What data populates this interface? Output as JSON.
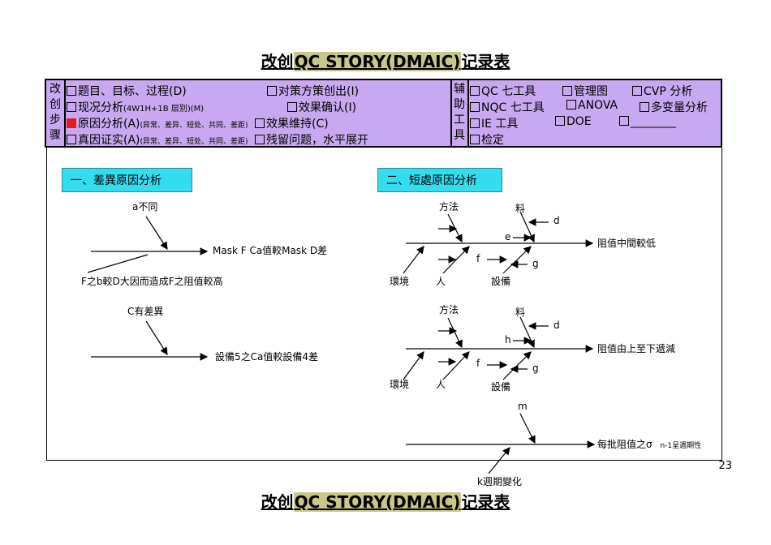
{
  "title": {
    "prefix": "改创",
    "highlight": "QC STORY(DMAIC)",
    "suffix": "记录表"
  },
  "steps_label": "改创步骤",
  "tools_label": "辅助工具",
  "steps": {
    "r1a": "题目、目标、过程(D)",
    "r1b": "对策方策创出(I)",
    "r2a": "现况分析",
    "r2a_small": "(4W1H+1B 层别)(M)",
    "r2b": "效果确认(I)",
    "r3a": "原因分析(A)",
    "r3a_small": "(异常、差异、短处、共同、差距)",
    "r3b": "效果维持(C)",
    "r4a": "真因证实(A)",
    "r4a_small": "(异常、差异、短处、共同、差距)",
    "r4b": "残留问题，水平展开"
  },
  "tools": {
    "t1a": "QC 七工具",
    "t1b": "管理图",
    "t1c": "CVP 分析",
    "t2a": "NQC 七工具",
    "t2b": "ANOVA",
    "t2c": "多变量分析",
    "t3a": "IE 工具",
    "t3b": "DOE",
    "t3c": "________",
    "t4a": "检定"
  },
  "section1": "一、差異原因分析",
  "section2": "二、短處原因分析",
  "diff": {
    "a1_top": "a不同",
    "a1_result": "Mask F Ca值較Mask D差",
    "a1_bottom": "F之b較D大因而造成F之阻值較高",
    "c_top": "C有差異",
    "c_result": "設備5之Ca值較設備4差"
  },
  "fish1": {
    "method": "方法",
    "material": "料",
    "d": "d",
    "e": "e",
    "f": "f",
    "g": "g",
    "env": "環境",
    "man": "人",
    "equip": "設備",
    "result": "阻值中間較低"
  },
  "fish2": {
    "method": "方法",
    "material": "料",
    "d": "d",
    "h": "h",
    "f": "f",
    "g": "g",
    "env": "環境",
    "man": "人",
    "equip": "設備",
    "result": "阻值由上至下遞減"
  },
  "fish3": {
    "m": "m",
    "result": "每批阻值之σ",
    "result_sub": "n-1呈週期性",
    "k": "k週期變化"
  },
  "page_number": "23",
  "colors": {
    "header_bg": "#c8a8f0",
    "section_bg": "#33ddee",
    "title_highlight": "#c7c78a",
    "checked": "#e02020"
  }
}
